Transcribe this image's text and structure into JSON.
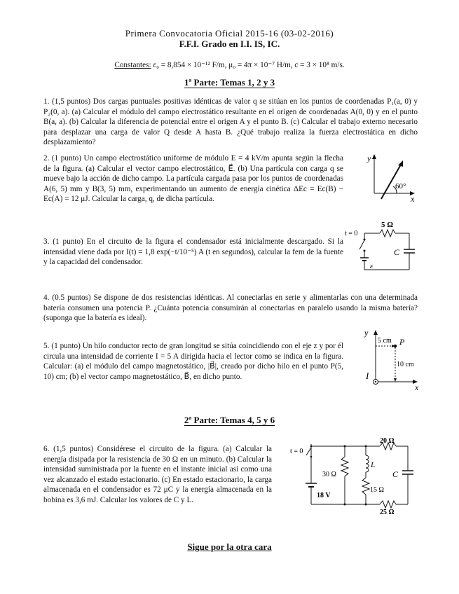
{
  "header": {
    "title": "Primera Convocatoria Oficial 2015-16 (03-02-2016)",
    "subtitle": "F.F.I. Grado en I.I. IS, IC."
  },
  "constants": {
    "label": "Constantes:",
    "values": "ε₀ = 8,854 × 10⁻¹² F/m, μ₀ = 4π × 10⁻⁷ H/m, c = 3 × 10⁸ m/s."
  },
  "part1": {
    "heading": "1ª Parte: Temas 1, 2 y 3"
  },
  "part2": {
    "heading": "2ª Parte: Temas 4, 5 y 6"
  },
  "problems": [
    "1. (1,5 puntos) Dos cargas puntuales positivas idénticas de valor q se sitúan en los puntos de coordenadas P₁(a, 0) y P₂(0, a). (a) Calcular el módulo del campo electrostático resultante en el origen de coordenadas A(0, 0) y en el punto B(a, a). (b) Calcular la diferencia de potencial entre el origen A y el punto B. (c) Calcular el trabajo externo necesario para desplazar una carga de valor Q desde A hasta B. ¿Qué trabajo realiza la fuerza electrostática en dicho desplazamiento?",
    "2. (1 punto) Un campo electrostático uniforme de módulo E = 4 kV/m apunta según la flecha de la figura. (a) Calcular el vector campo electrostático, E⃗. (b) Una partícula con carga q se mueve bajo la acción de dicho campo. La partícula cargada pasa por los puntos de coordenadas A(6, 5) mm y B(3, 5) mm, experimentando un aumento de energía cinética ΔEc = Ec(B) − Ec(A) = 12 μJ. Calcular la carga, q, de dicha partícula.",
    "3. (1 punto) En el circuito de la figura el condensador está inicialmente descargado. Si la intensidad viene dada por I(t) = 1,8 exp(−t/10⁻⁵) A (t en segundos), calcular la fem de la fuente y la capacidad del condensador.",
    "4. (0.5 puntos) Se dispone de dos resistencias idénticas. Al conectarlas en serie y alimentarlas con una determinada batería consumen una potencia P. ¿Cuánta potencia consumirán al conectarlas en paralelo usando la misma batería? (suponga que la batería es ideal).",
    "5. (1 punto) Un hilo conductor recto de gran longitud se sitúa coincidiendo con el eje z y por él circula una intensidad de corriente I = 5 A dirigida hacia el lector como se indica en la figura. Calcular: (a) el módulo del campo magnetostático, |B⃗|, creado por dicho hilo en el punto P(5, 10) cm; (b) el vector campo magnetostático, B⃗, en dicho punto.",
    "6. (1,5 puntos) Considérese el circuito de la figura. (a) Calcular la energía disipada por la resistencia de 30 Ω en un minuto. (b) Calcular la intensidad suministrada por la fuente en el instante inicial así como una vez alcanzado el estado estacionario. (c) En estado estacionario, la carga almacenada en el condensador es 72 μC y la energía almacenada en la bobina es 3,6 mJ. Calcular los valores de C y L."
  ],
  "fig2": {
    "y": "y",
    "x": "x",
    "angle": "60°"
  },
  "fig3": {
    "t": "t = 0",
    "r": "5 Ω",
    "c": "C",
    "emf": "ε"
  },
  "fig5": {
    "y": "y",
    "x": "x",
    "dx": "5 cm",
    "p": "P",
    "dy": "10 cm",
    "i": "I"
  },
  "fig6": {
    "t": "t = 0",
    "r20": "20 Ω",
    "r30": "30 Ω",
    "l": "L",
    "r15": "15 Ω",
    "c": "C",
    "v": "18 V",
    "r25": "25 Ω"
  },
  "footer": "Sigue por la otra cara"
}
